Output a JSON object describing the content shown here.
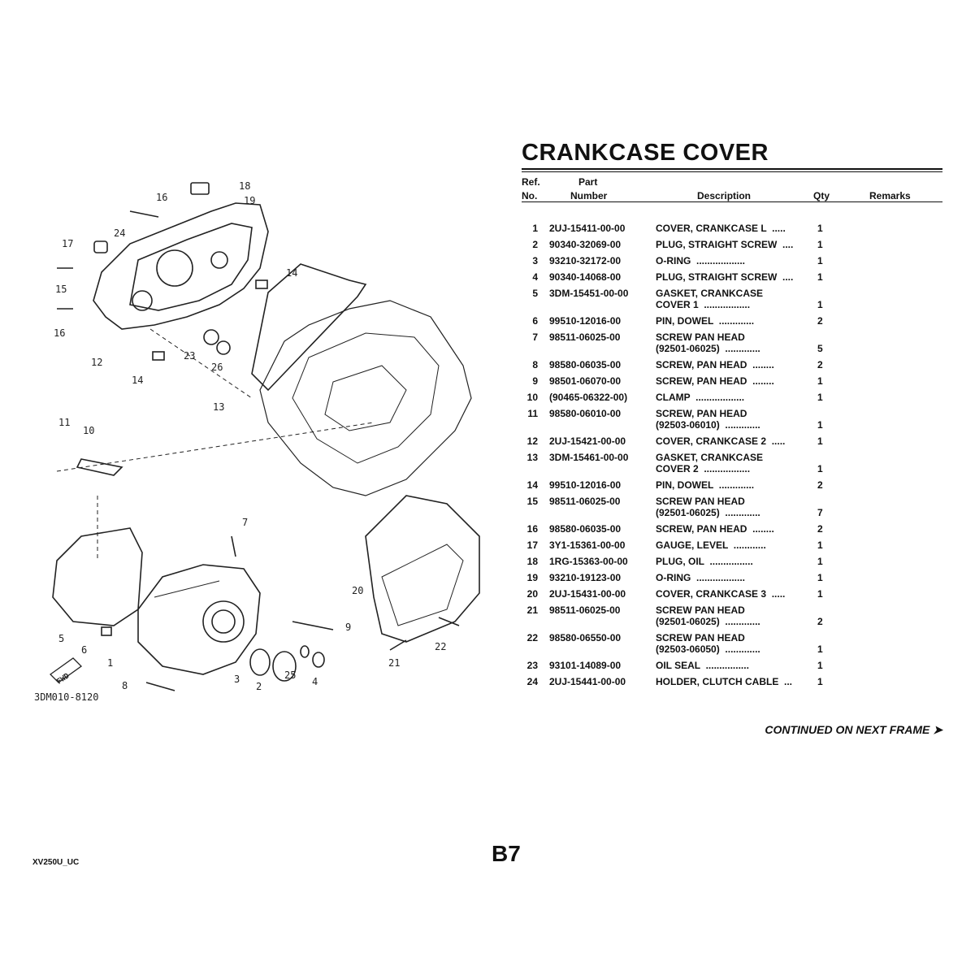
{
  "title": "CRANKCASE COVER",
  "header": {
    "ref_line1": "Ref.",
    "ref_line2": "No.",
    "part_line1": "Part",
    "part_line2": "Number",
    "description": "Description",
    "qty": "Qty",
    "remarks": "Remarks"
  },
  "parts": [
    {
      "ref": "1",
      "part": "2UJ-15411-00-00",
      "desc": "COVER, CRANKCASE L  .....",
      "qty": "1"
    },
    {
      "ref": "2",
      "part": "90340-32069-00",
      "desc": "PLUG, STRAIGHT SCREW  ....",
      "qty": "1"
    },
    {
      "ref": "3",
      "part": "93210-32172-00",
      "desc": "O-RING  ..................",
      "qty": "1"
    },
    {
      "ref": "4",
      "part": "90340-14068-00",
      "desc": "PLUG, STRAIGHT SCREW  ....",
      "qty": "1"
    },
    {
      "ref": "5",
      "part": "3DM-15451-00-00",
      "desc": "GASKET, CRANKCASE\nCOVER 1  .................",
      "qty": "1"
    },
    {
      "ref": "6",
      "part": "99510-12016-00",
      "desc": "PIN, DOWEL  .............",
      "qty": "2"
    },
    {
      "ref": "7",
      "part": "98511-06025-00",
      "desc": "SCREW PAN HEAD\n(92501-06025)  .............",
      "qty": "5"
    },
    {
      "ref": "8",
      "part": "98580-06035-00",
      "desc": "SCREW, PAN HEAD  ........",
      "qty": "2"
    },
    {
      "ref": "9",
      "part": "98501-06070-00",
      "desc": "SCREW, PAN HEAD  ........",
      "qty": "1"
    },
    {
      "ref": "10",
      "part": "(90465-06322-00)",
      "desc": "CLAMP  ..................",
      "qty": "1"
    },
    {
      "ref": "11",
      "part": "98580-06010-00",
      "desc": "SCREW, PAN HEAD\n(92503-06010)  .............",
      "qty": "1"
    },
    {
      "ref": "12",
      "part": "2UJ-15421-00-00",
      "desc": "COVER, CRANKCASE 2  .....",
      "qty": "1"
    },
    {
      "ref": "13",
      "part": "3DM-15461-00-00",
      "desc": "GASKET, CRANKCASE\nCOVER 2  .................",
      "qty": "1"
    },
    {
      "ref": "14",
      "part": "99510-12016-00",
      "desc": "PIN, DOWEL  .............",
      "qty": "2"
    },
    {
      "ref": "15",
      "part": "98511-06025-00",
      "desc": "SCREW PAN HEAD\n(92501-06025)  .............",
      "qty": "7"
    },
    {
      "ref": "16",
      "part": "98580-06035-00",
      "desc": "SCREW, PAN HEAD  ........",
      "qty": "2"
    },
    {
      "ref": "17",
      "part": "3Y1-15361-00-00",
      "desc": "GAUGE, LEVEL  ............",
      "qty": "1"
    },
    {
      "ref": "18",
      "part": "1RG-15363-00-00",
      "desc": "PLUG, OIL  ................",
      "qty": "1"
    },
    {
      "ref": "19",
      "part": "93210-19123-00",
      "desc": "O-RING  ..................",
      "qty": "1"
    },
    {
      "ref": "20",
      "part": "2UJ-15431-00-00",
      "desc": "COVER, CRANKCASE 3  .....",
      "qty": "1"
    },
    {
      "ref": "21",
      "part": "98511-06025-00",
      "desc": "SCREW PAN HEAD\n(92501-06025)  .............",
      "qty": "2"
    },
    {
      "ref": "22",
      "part": "98580-06550-00",
      "desc": "SCREW PAN HEAD\n(92503-06050)  .............",
      "qty": "1"
    },
    {
      "ref": "23",
      "part": "93101-14089-00",
      "desc": "OIL SEAL  ................",
      "qty": "1"
    },
    {
      "ref": "24",
      "part": "2UJ-15441-00-00",
      "desc": "HOLDER, CLUTCH CABLE  ...",
      "qty": "1"
    }
  ],
  "continued": "CONTINUED ON NEXT FRAME ➤",
  "page": "B7",
  "model": "XV250U_UC",
  "diagram": {
    "code": "3DM010-8120",
    "fwd": "FWD",
    "callouts": [
      "18",
      "16",
      "19",
      "24",
      "17",
      "15",
      "16",
      "14",
      "12",
      "23",
      "26",
      "14",
      "13",
      "11",
      "10",
      "7",
      "20",
      "9",
      "5",
      "6",
      "1",
      "3",
      "2",
      "25",
      "4",
      "22",
      "21",
      "8"
    ]
  }
}
